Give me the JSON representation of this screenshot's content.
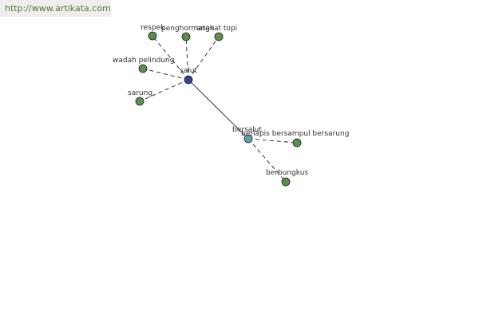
{
  "watermark": {
    "url": "http://www.artikata.com"
  },
  "colors": {
    "banner_bg": "#eeeeee",
    "url_text": "#5a7a30",
    "leaf_node": "#5a8f4f",
    "hub_primary": "#3d3f8f",
    "hub_secondary": "#5fa0a0",
    "edge": "#000000"
  },
  "graph": {
    "nodes": [
      {
        "id": "salut",
        "label": "salut",
        "kind": "hub-primary"
      },
      {
        "id": "bersalut",
        "label": "bersalut",
        "kind": "hub-secondary"
      },
      {
        "id": "respek",
        "label": "respek",
        "kind": "leaf"
      },
      {
        "id": "penghormatan",
        "label": "penghormatan",
        "kind": "leaf"
      },
      {
        "id": "angkat-topi",
        "label": "angkat topi",
        "kind": "leaf"
      },
      {
        "id": "wadah-pelindung",
        "label": "wadah pelindung",
        "kind": "leaf"
      },
      {
        "id": "sarung",
        "label": "sarung",
        "kind": "leaf"
      },
      {
        "id": "berlapis",
        "label": "berlapis bersampul bersarung",
        "kind": "leaf"
      },
      {
        "id": "berbungkus",
        "label": "berbungkus",
        "kind": "leaf"
      }
    ],
    "edges": [
      {
        "from": "salut",
        "to": "bersalut",
        "style": "solid"
      },
      {
        "from": "salut",
        "to": "respek",
        "style": "dashed"
      },
      {
        "from": "salut",
        "to": "penghormatan",
        "style": "dashed"
      },
      {
        "from": "salut",
        "to": "angkat-topi",
        "style": "dashed"
      },
      {
        "from": "salut",
        "to": "wadah-pelindung",
        "style": "dashed"
      },
      {
        "from": "salut",
        "to": "sarung",
        "style": "dashed"
      },
      {
        "from": "bersalut",
        "to": "berlapis",
        "style": "dashed"
      },
      {
        "from": "bersalut",
        "to": "berbungkus",
        "style": "dashed"
      }
    ]
  }
}
